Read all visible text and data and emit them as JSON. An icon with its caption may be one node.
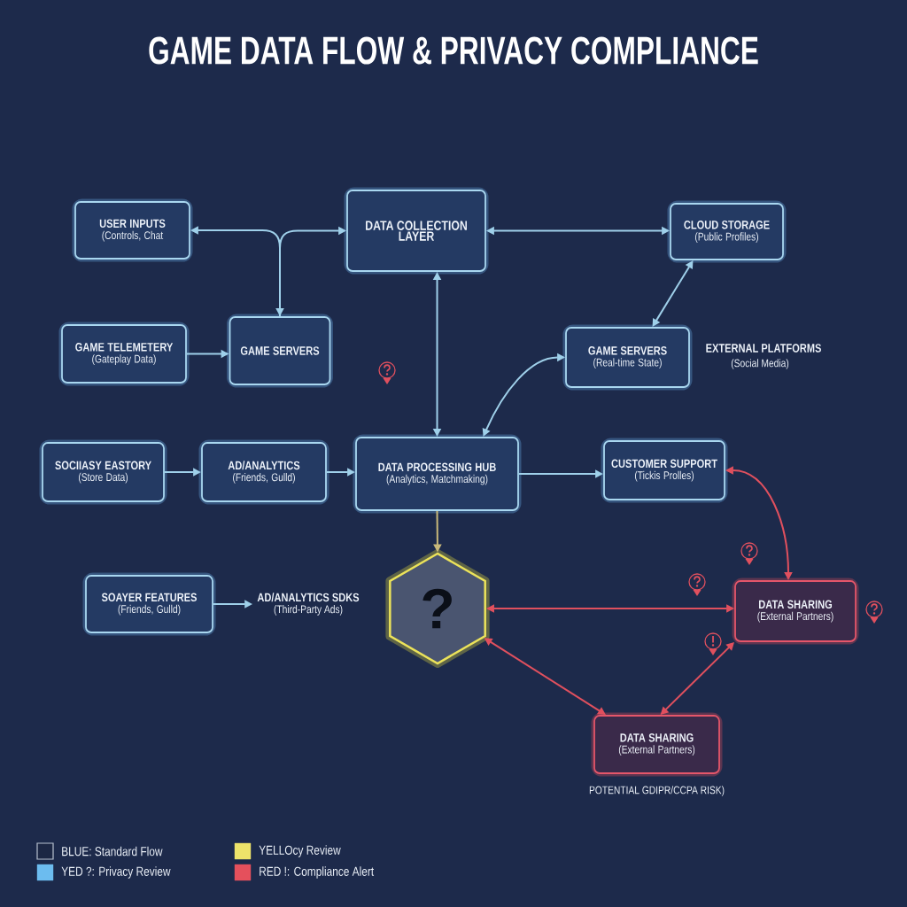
{
  "diagram": {
    "title": "GAME DATA FLOW & PRIVACY COMPLIANCE",
    "nodes": [
      {
        "text": [
          "USER INPUTS",
          "(Controls, Chat"
        ]
      },
      {
        "text": [
          "DATA COLLECTION LAYER"
        ]
      },
      {
        "text": [
          "CLOUD STORAGE",
          "(Public Profiles)"
        ]
      },
      {
        "text": [
          "GAME TELEMETERY",
          "(Gateplay Data)"
        ]
      },
      {
        "text": [
          "GAME SERVERS"
        ]
      },
      {
        "text": [
          "GAME SERVERS",
          "(Real-time State)"
        ]
      },
      {
        "text": [
          "SOCIIASY EASTORY",
          "(Store Data)"
        ]
      },
      {
        "text": [
          "AD/ANALYTICS",
          "(Friends, Gulld)"
        ]
      },
      {
        "text": [
          "DATA PROCESSING HUB",
          "(Analytics, Matchmaking)"
        ]
      },
      {
        "text": [
          "CUSTOMER SUPPORT",
          "(Tickis Prolles)"
        ]
      },
      {
        "text": [
          "SOAYER FEATURES",
          "(Friends, Gulld)"
        ]
      },
      {
        "text": [
          "AD/ANALYTICS SDKS",
          "(Third-Party Ads)"
        ]
      },
      {
        "text": [
          "?"
        ]
      },
      {
        "text": [
          "DATA SHARING",
          "(External Partners)"
        ]
      },
      {
        "text": [
          "DATA SHARING",
          "(External Partners)"
        ],
        "beside": [
          "POTENTIAL GDIPR/CCPA RISK)"
        ]
      }
    ],
    "edges": [
      {
        "from": 0,
        "to": 4,
        "arrow": "both"
      },
      {
        "from": 4,
        "to": 1,
        "arrow": "to"
      },
      {
        "from": 1,
        "to": 2,
        "arrow": "both"
      },
      {
        "from": 2,
        "to": 5,
        "arrow": "both"
      },
      {
        "from": 3,
        "to": 4,
        "arrow": "to"
      },
      {
        "from": 8,
        "to": 1,
        "arrow": "both"
      },
      {
        "from": 8,
        "to": 5,
        "arrow": "both"
      },
      {
        "from": 6,
        "to": 7,
        "arrow": "to"
      },
      {
        "from": 7,
        "to": 8,
        "arrow": "to"
      },
      {
        "from": 8,
        "to": 9,
        "arrow": "to"
      },
      {
        "from": 8,
        "to": 12,
        "arrow": "to",
        "color": "#c8b87a"
      },
      {
        "from": 9,
        "to": 13,
        "arrow": "both",
        "color": "#e0505e"
      },
      {
        "from": 10,
        "to": 11,
        "arrow": "to"
      },
      {
        "from": 12,
        "to": 13,
        "arrow": "both",
        "color": "#e0505e"
      },
      {
        "from": 12,
        "to": 14,
        "arrow": "both",
        "color": "#e0505e"
      },
      {
        "from": 13,
        "to": 14,
        "arrow": "both",
        "color": "#e0505e"
      }
    ],
    "labels": [
      "EXTERNAL PLATFORMS",
      "(Social Media)"
    ],
    "legend": [
      {
        "text": "BLUE: Standard Flow",
        "color": "#1c2744"
      },
      {
        "text": "YELLOcy Review",
        "color": "#ede36a"
      },
      {
        "text": "YED ?: Privacy Review",
        "color": "#6cbcef"
      },
      {
        "text": "RED !: Compliance Alert",
        "color": "#e5505c"
      }
    ]
  }
}
